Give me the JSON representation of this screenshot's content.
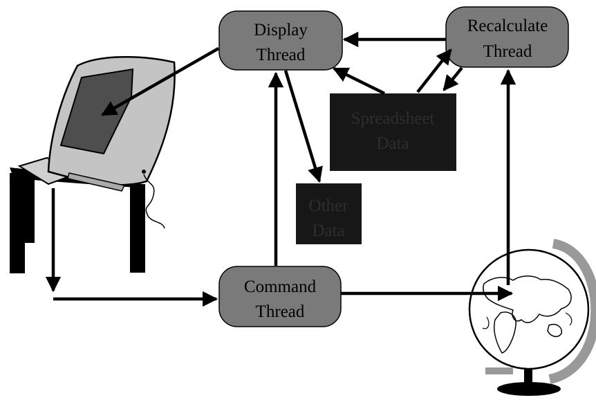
{
  "nodes": {
    "display_thread": [
      "Display",
      "Thread"
    ],
    "recalculate_thread": [
      "Recalculate",
      "Thread"
    ],
    "command_thread": [
      "Command",
      "Thread"
    ],
    "spreadsheet_data": [
      "Spreadsheet",
      "Data"
    ],
    "other_data": [
      "Other",
      "Data"
    ]
  },
  "colors": {
    "thread_fill": "#7a7a7a",
    "data_fill": "#171717",
    "data_text": "#2e2e2e",
    "line": "#000000",
    "computer_body": "#c4c4c4",
    "computer_screen": "#4e4e4e",
    "globe_arm": "#999999"
  },
  "icons": {
    "computer": "computer-icon",
    "globe": "globe-icon"
  }
}
